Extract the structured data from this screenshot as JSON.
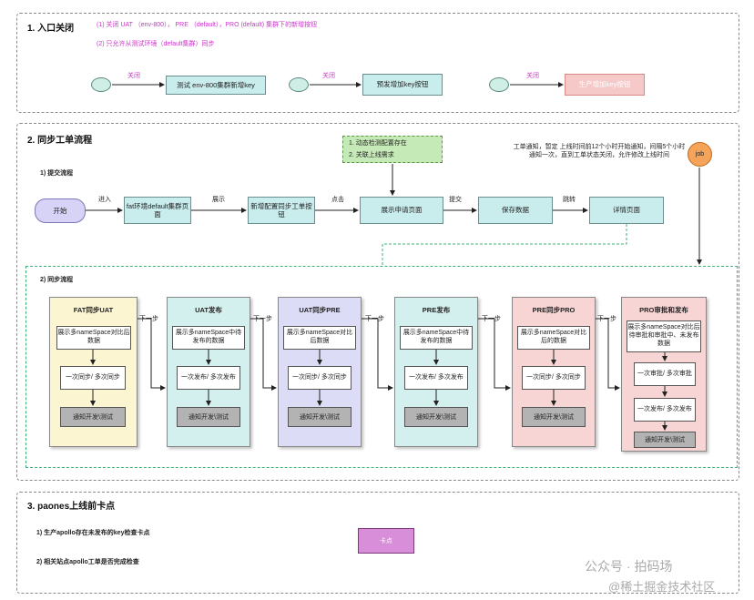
{
  "section1": {
    "title": "1. 入口关闭",
    "note1": "(1) 关闭 UAT （env-800）， PRE （default），PRO (default) 集群下的新增按钮",
    "note2": "(2) 只允许从测试环境（default集群）同步",
    "close_label_1": "关闭",
    "close_label_2": "关闭",
    "close_label_3": "关闭",
    "box1": "测试 env-800集群新增key",
    "box2": "预发增加key按钮",
    "box3": "生产增加key按钮"
  },
  "section2": {
    "title": "2. 同步工单流程",
    "submit_title": "1) 提交流程",
    "green_note_1": "1. 动态检测配置存在",
    "green_note_2": "2. 关联上线需求",
    "job_note": "工单通知，暂定 上线时间前12个小时开始通知，间隔5个小时通知一次，直到工单状态关闭，允许修改上线时间",
    "job_label": "job",
    "start": "开始",
    "enter": "进入",
    "fat_box": "fat环境default集群页面",
    "show": "展示",
    "new_box": "新增配置同步工单按钮",
    "click": "点击",
    "apply_box": "展示申请页面",
    "submit": "提交",
    "save_box": "保存数据",
    "jump": "跳转",
    "detail_box": "详情页面",
    "sync_title": "2) 同步流程",
    "next_step": "下一步",
    "lanes": [
      {
        "title": "FAT同步UAT",
        "b1": "展示多nameSpace对比后数据",
        "b2": "一次同步/ 多次同步",
        "b3": "通知开发\\测试"
      },
      {
        "title": "UAT发布",
        "b1": "展示多nameSpace中待发布的数据",
        "b2": "一次发布/ 多次发布",
        "b3": "通知开发\\测试"
      },
      {
        "title": "UAT同步PRE",
        "b1": "展示多nameSpace对比后数据",
        "b2": "一次同步/ 多次同步",
        "b3": "通知开发\\测试"
      },
      {
        "title": "PRE发布",
        "b1": "展示多nameSpace中待发布的数据",
        "b2": "一次发布/ 多次发布",
        "b3": "通知开发\\测试"
      },
      {
        "title": "PRE同步PRO",
        "b1": "展示多nameSpace对比后的数据",
        "b2": "一次同步/ 多次同步",
        "b3": "通知开发\\测试"
      },
      {
        "title": "PRO审批和发布",
        "b1": "展示多nameSpace对比后待审批和审批中、未发布数据",
        "b2": "一次审批/ 多次审批",
        "b2b": "一次发布/ 多次发布",
        "b3": "通知开发\\测试"
      }
    ]
  },
  "section3": {
    "title": "3. paones上线前卡点",
    "item1": "1) 生产apollo存在未发布的key检查卡点",
    "item2": "2) 相关站点apollo工单是否完成检查",
    "card": "卡点"
  },
  "watermark": {
    "line1": "公众号 · 拍码场",
    "line2": "@稀土掘金技术社区"
  }
}
